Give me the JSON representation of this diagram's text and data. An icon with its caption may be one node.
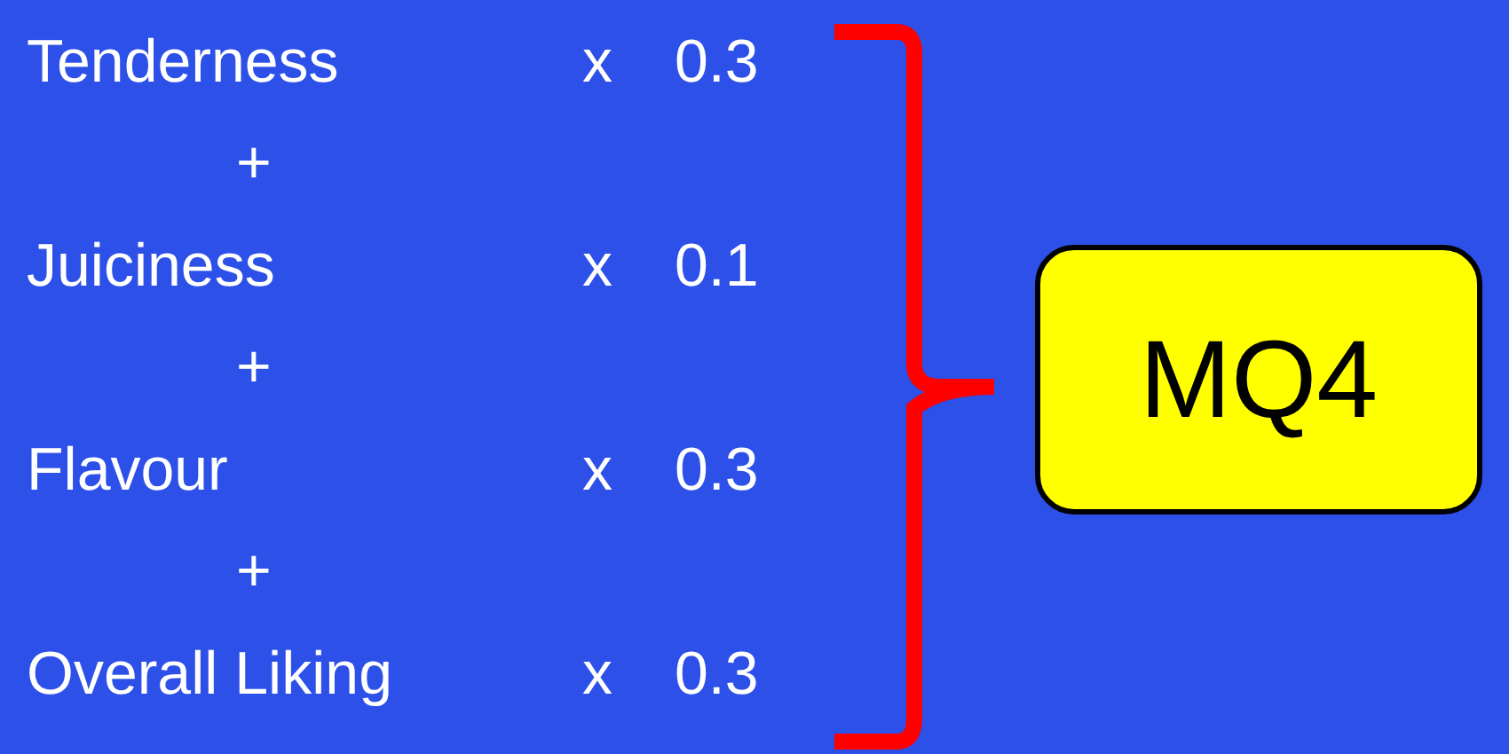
{
  "diagram": {
    "nodes": [
      {
        "text": [
          "MQ4"
        ]
      }
    ],
    "labels": [
      "Tenderness",
      "x",
      "0.3",
      "+",
      "Juiciness",
      "x",
      "0.1",
      "+",
      "Flavour",
      "x",
      "0.3",
      "+",
      "Overall Liking",
      "x",
      "0.3"
    ]
  }
}
